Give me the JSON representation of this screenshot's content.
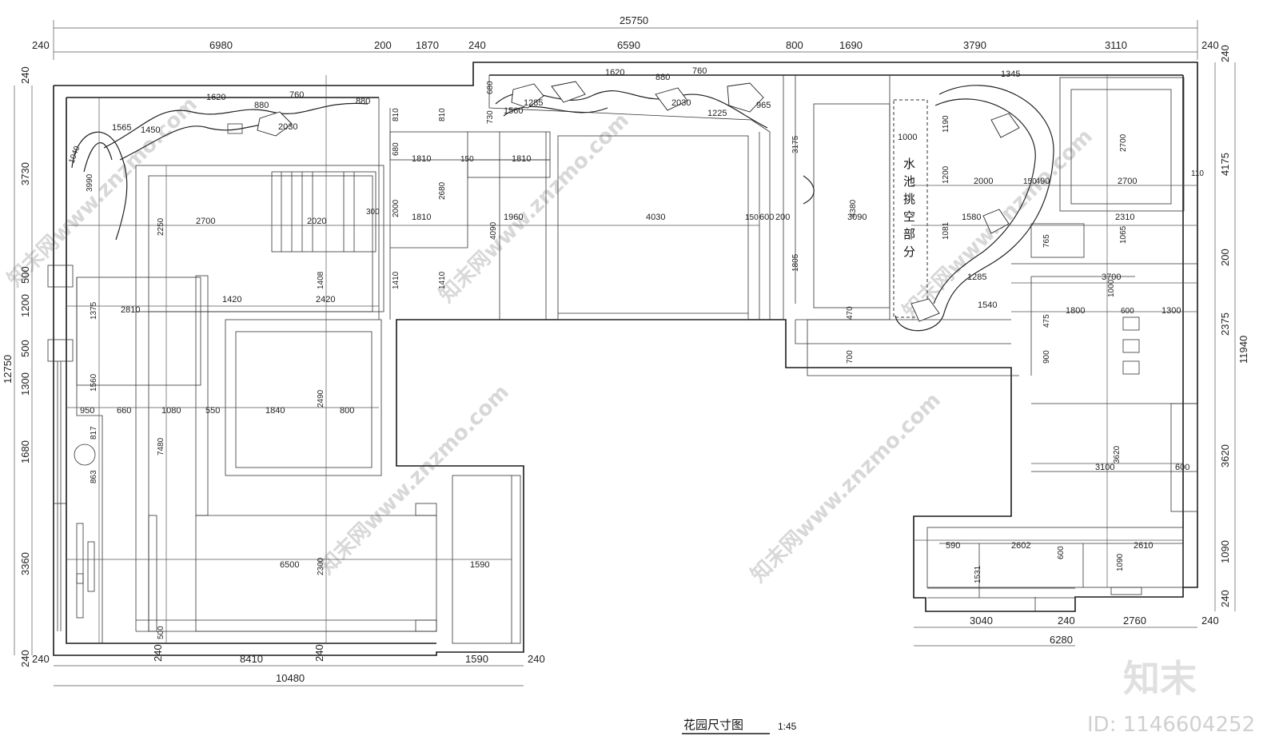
{
  "drawing": {
    "title": "花园尺寸图",
    "scale": "1:45",
    "pool_label": [
      "水",
      "池",
      "挑",
      "空",
      "部",
      "分"
    ],
    "watermarks": [
      "知末网www.znzmo.com",
      "知末网www.znzmo.com",
      "知末网www.znzmo.com",
      "知末网www.znzmo.com",
      "知末网www.znzmo.com"
    ],
    "logo": "知末",
    "id_text": "ID: 1146604252"
  },
  "dims": {
    "overall_top": "25750",
    "top_row": [
      "240",
      "6980",
      "200",
      "1870",
      "240",
      "6590",
      "800",
      "1690",
      "3790",
      "3110",
      "240"
    ],
    "left_total": "12750",
    "left_row": [
      "240",
      "3730",
      "500",
      "1200",
      "500",
      "1300",
      "1680",
      "3360",
      "240"
    ],
    "right_total": "11940",
    "right_row": [
      "240",
      "4175",
      "200",
      "2375",
      "3620",
      "1090",
      "240"
    ],
    "bottom_left_row": [
      "240",
      "240",
      "8410",
      "240",
      "1590",
      "240"
    ],
    "bottom_left_total": "10480",
    "bottom_right_row": [
      "3040",
      "240",
      "2760",
      "240"
    ],
    "bottom_right_total": "6280"
  },
  "interior_labels": [
    "1620",
    "880",
    "760",
    "880",
    "1565",
    "1450",
    "1040",
    "3990",
    "2030",
    "1810",
    "150",
    "1620",
    "880",
    "760",
    "1560",
    "1285",
    "2030",
    "1225",
    "965",
    "1345",
    "730",
    "680",
    "810",
    "810",
    "680",
    "1810",
    "1810",
    "2680",
    "2000",
    "1960",
    "4030",
    "150",
    "600",
    "200",
    "3175",
    "4380",
    "3090",
    "1000",
    "1190",
    "1200",
    "2000",
    "490",
    "150",
    "2700",
    "2700",
    "110",
    "1580",
    "2310",
    "1081",
    "1065",
    "765",
    "1805",
    "1285",
    "1540",
    "3700",
    "1800",
    "1300",
    "600",
    "1408",
    "1410",
    "1410",
    "2420",
    "1420",
    "2810",
    "1375",
    "1560",
    "950",
    "660",
    "1080",
    "550",
    "1840",
    "800",
    "2490",
    "7480",
    "817",
    "863",
    "6500",
    "1590",
    "2300",
    "500",
    "470",
    "700",
    "900",
    "475",
    "3100",
    "3620",
    "600",
    "590",
    "2602",
    "600",
    "2610",
    "1090",
    "1531",
    "2700",
    "2250",
    "2020",
    "4090",
    "300",
    "1000"
  ]
}
